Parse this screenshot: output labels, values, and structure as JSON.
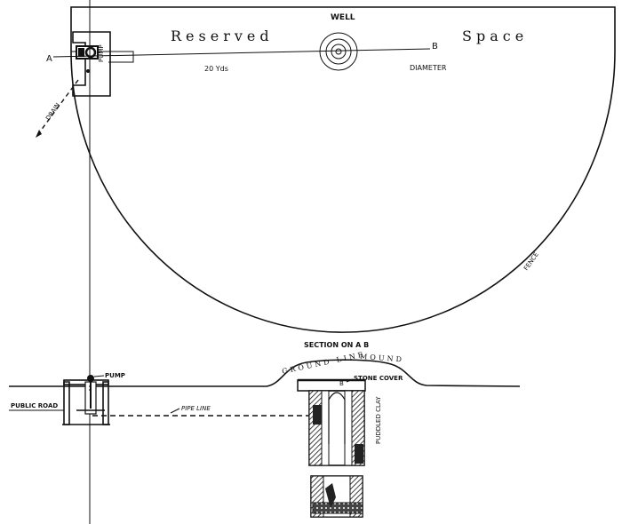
{
  "plan": {
    "well_label": "WELL",
    "reserved_label": "Reserved",
    "space_label": "Space",
    "distance_label": "20 Yds",
    "diameter_label": "DIAMETER",
    "point_a": "A",
    "point_b": "B",
    "pump_label": "PUMP",
    "drain_label": "DRAIN",
    "fence_label": "FENCE"
  },
  "section": {
    "title": "SECTION ON A B",
    "ground_line_label": "GROUND LINE",
    "mound_label": "MOUND",
    "stone_cover_label": "STONE COVER",
    "puddled_clay_label": "PUDDLED CLAY",
    "pump_label": "PUMP",
    "public_road_label": "PUBLIC ROAD",
    "pipe_line_label": "PIPE LINE",
    "point_b": "B"
  }
}
